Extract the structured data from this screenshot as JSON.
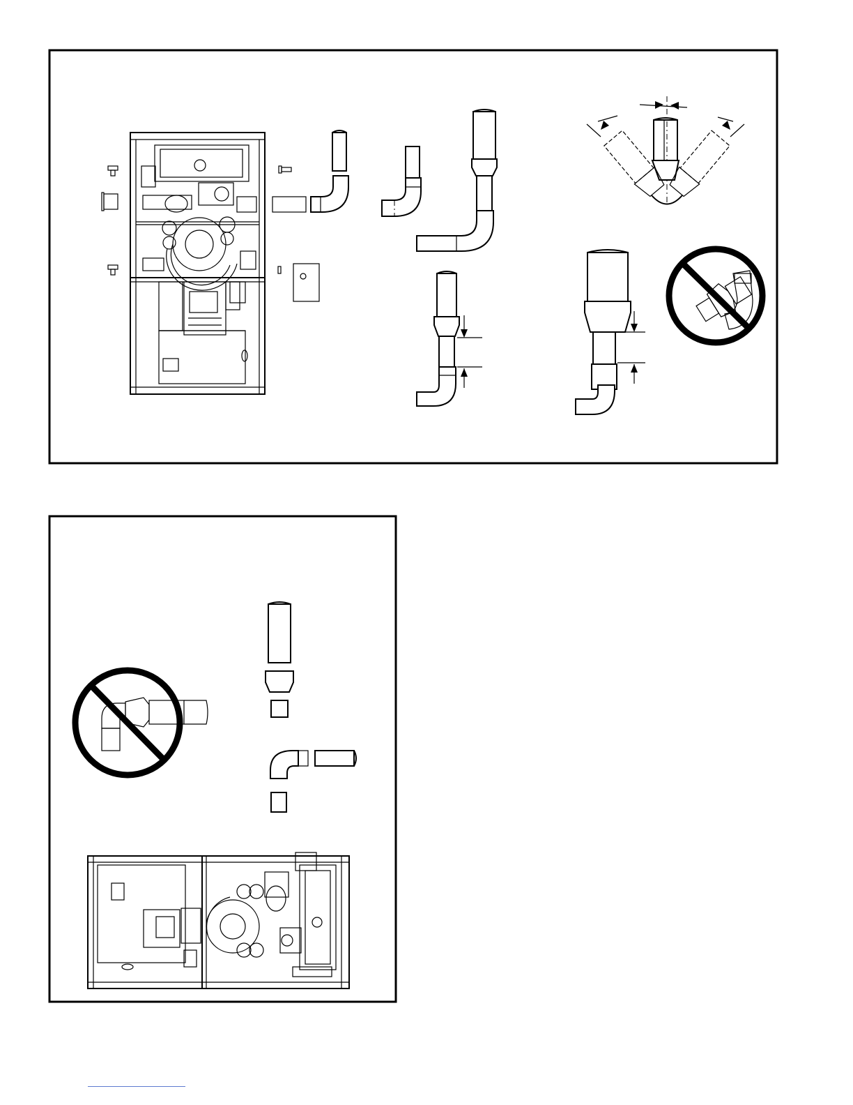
{
  "page": {
    "accent_color": "#000000",
    "footer_rule_color": "#5d7bd0"
  },
  "figure_top": {
    "panels": [
      "furnace-upflow-exploded",
      "vent-elbow-offset",
      "vent-elbow-straight-run",
      "vent-angle-tolerance",
      "vent-coupling-spacing-small",
      "vent-coupling-spacing-large",
      "prohibited-elbow-reducer"
    ],
    "icons": [
      "prohibited-icon"
    ]
  },
  "figure_bottom": {
    "panels": [
      "prohibited-reducer-elbow",
      "vent-reducer-assembly",
      "vent-elbow-assembly",
      "furnace-horizontal"
    ],
    "icons": [
      "prohibited-icon"
    ]
  }
}
